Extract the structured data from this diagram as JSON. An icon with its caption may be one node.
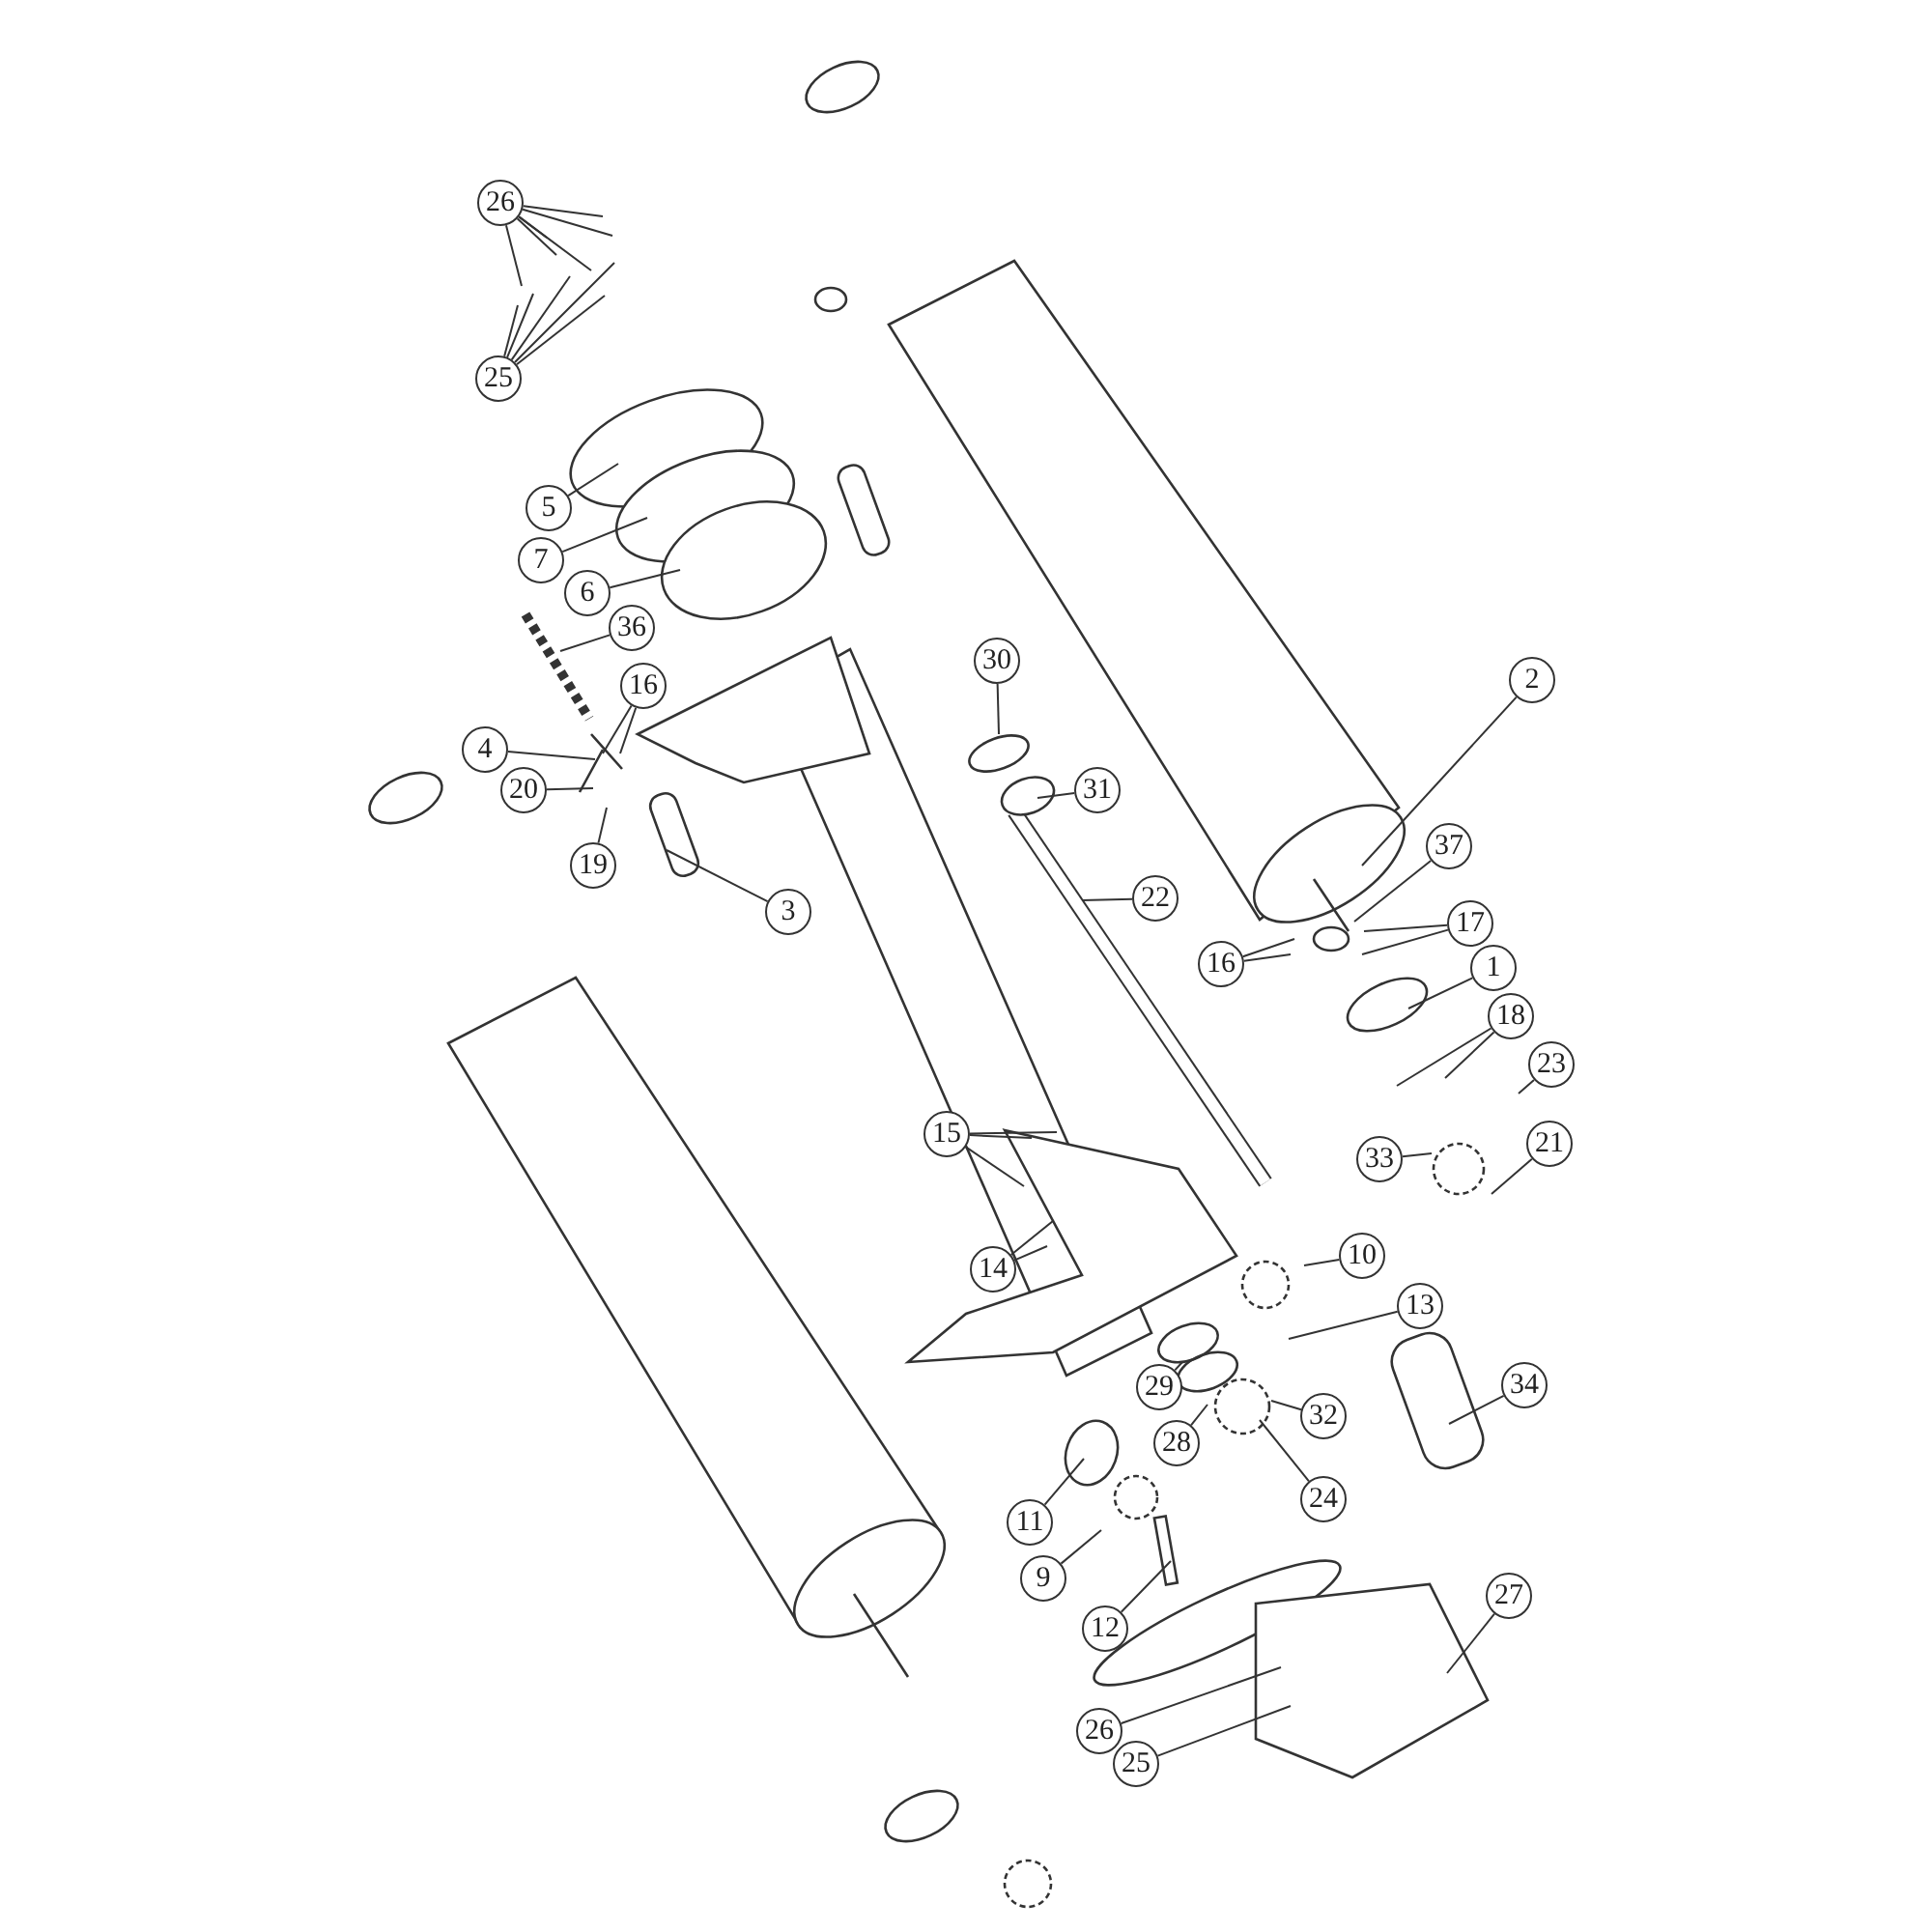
{
  "diagram": {
    "nodes": [
      {
        "text": [
          "26"
        ]
      },
      {
        "text": [
          "25"
        ]
      },
      {
        "text": [
          "5"
        ]
      },
      {
        "text": [
          "7"
        ]
      },
      {
        "text": [
          "6"
        ]
      },
      {
        "text": [
          "36"
        ]
      },
      {
        "text": [
          "16"
        ]
      },
      {
        "text": [
          "4"
        ]
      },
      {
        "text": [
          "20"
        ]
      },
      {
        "text": [
          "19"
        ]
      },
      {
        "text": [
          "3"
        ]
      },
      {
        "text": [
          "30"
        ]
      },
      {
        "text": [
          "2"
        ]
      },
      {
        "text": [
          "31"
        ]
      },
      {
        "text": [
          "37"
        ]
      },
      {
        "text": [
          "22"
        ]
      },
      {
        "text": [
          "16"
        ]
      },
      {
        "text": [
          "17"
        ]
      },
      {
        "text": [
          "1"
        ]
      },
      {
        "text": [
          "18"
        ]
      },
      {
        "text": [
          "23"
        ]
      },
      {
        "text": [
          "21"
        ]
      },
      {
        "text": [
          "33"
        ]
      },
      {
        "text": [
          "15"
        ]
      },
      {
        "text": [
          "14"
        ]
      },
      {
        "text": [
          "10"
        ]
      },
      {
        "text": [
          "13"
        ]
      },
      {
        "text": [
          "34"
        ]
      },
      {
        "text": [
          "29"
        ]
      },
      {
        "text": [
          "32"
        ]
      },
      {
        "text": [
          "28"
        ]
      },
      {
        "text": [
          "24"
        ]
      },
      {
        "text": [
          "11"
        ]
      },
      {
        "text": [
          "9"
        ]
      },
      {
        "text": [
          "12"
        ]
      },
      {
        "text": [
          "27"
        ]
      },
      {
        "text": [
          "26"
        ]
      },
      {
        "text": [
          "25"
        ]
      }
    ],
    "edges": [
      {
        "from": 0,
        "to": null,
        "arrow": "none"
      },
      {
        "from": 0,
        "to": null,
        "arrow": "none"
      },
      {
        "from": 0,
        "to": null,
        "arrow": "none"
      },
      {
        "from": 0,
        "to": null,
        "arrow": "none"
      },
      {
        "from": 0,
        "to": null,
        "arrow": "none"
      },
      {
        "from": 0,
        "to": null,
        "arrow": "none"
      },
      {
        "from": 1,
        "to": null,
        "arrow": "none"
      },
      {
        "from": 1,
        "to": null,
        "arrow": "none"
      },
      {
        "from": 1,
        "to": null,
        "arrow": "none"
      },
      {
        "from": 1,
        "to": null,
        "arrow": "none"
      },
      {
        "from": 1,
        "to": null,
        "arrow": "none"
      },
      {
        "from": 2,
        "to": null,
        "arrow": "none"
      },
      {
        "from": 3,
        "to": null,
        "arrow": "none"
      },
      {
        "from": 4,
        "to": null,
        "arrow": "none"
      },
      {
        "from": 5,
        "to": null,
        "arrow": "none"
      },
      {
        "from": 6,
        "to": null,
        "arrow": "none"
      },
      {
        "from": 6,
        "to": null,
        "arrow": "none"
      },
      {
        "from": 7,
        "to": null,
        "arrow": "none"
      },
      {
        "from": 8,
        "to": null,
        "arrow": "none"
      },
      {
        "from": 9,
        "to": null,
        "arrow": "none"
      },
      {
        "from": 10,
        "to": null,
        "arrow": "none"
      },
      {
        "from": 11,
        "to": null,
        "arrow": "none"
      },
      {
        "from": 12,
        "to": null,
        "arrow": "none"
      },
      {
        "from": 13,
        "to": null,
        "arrow": "none"
      },
      {
        "from": 14,
        "to": null,
        "arrow": "none"
      },
      {
        "from": 15,
        "to": null,
        "arrow": "none"
      },
      {
        "from": 16,
        "to": null,
        "arrow": "none"
      },
      {
        "from": 16,
        "to": null,
        "arrow": "none"
      },
      {
        "from": 17,
        "to": null,
        "arrow": "none"
      },
      {
        "from": 17,
        "to": null,
        "arrow": "none"
      },
      {
        "from": 18,
        "to": null,
        "arrow": "none"
      },
      {
        "from": 19,
        "to": null,
        "arrow": "none"
      },
      {
        "from": 19,
        "to": null,
        "arrow": "none"
      },
      {
        "from": 20,
        "to": null,
        "arrow": "none"
      },
      {
        "from": 21,
        "to": null,
        "arrow": "none"
      },
      {
        "from": 22,
        "to": null,
        "arrow": "none"
      },
      {
        "from": 23,
        "to": null,
        "arrow": "none"
      },
      {
        "from": 23,
        "to": null,
        "arrow": "none"
      },
      {
        "from": 23,
        "to": null,
        "arrow": "none"
      },
      {
        "from": 24,
        "to": null,
        "arrow": "none"
      },
      {
        "from": 24,
        "to": null,
        "arrow": "none"
      },
      {
        "from": 25,
        "to": null,
        "arrow": "none"
      },
      {
        "from": 26,
        "to": null,
        "arrow": "none"
      },
      {
        "from": 27,
        "to": null,
        "arrow": "none"
      },
      {
        "from": 28,
        "to": null,
        "arrow": "none"
      },
      {
        "from": 29,
        "to": null,
        "arrow": "none"
      },
      {
        "from": 30,
        "to": null,
        "arrow": "none"
      },
      {
        "from": 31,
        "to": null,
        "arrow": "none"
      },
      {
        "from": 32,
        "to": null,
        "arrow": "none"
      },
      {
        "from": 33,
        "to": null,
        "arrow": "none"
      },
      {
        "from": 34,
        "to": null,
        "arrow": "none"
      },
      {
        "from": 35,
        "to": null,
        "arrow": "none"
      },
      {
        "from": 36,
        "to": null,
        "arrow": "none"
      },
      {
        "from": 37,
        "to": null,
        "arrow": "none"
      }
    ]
  }
}
